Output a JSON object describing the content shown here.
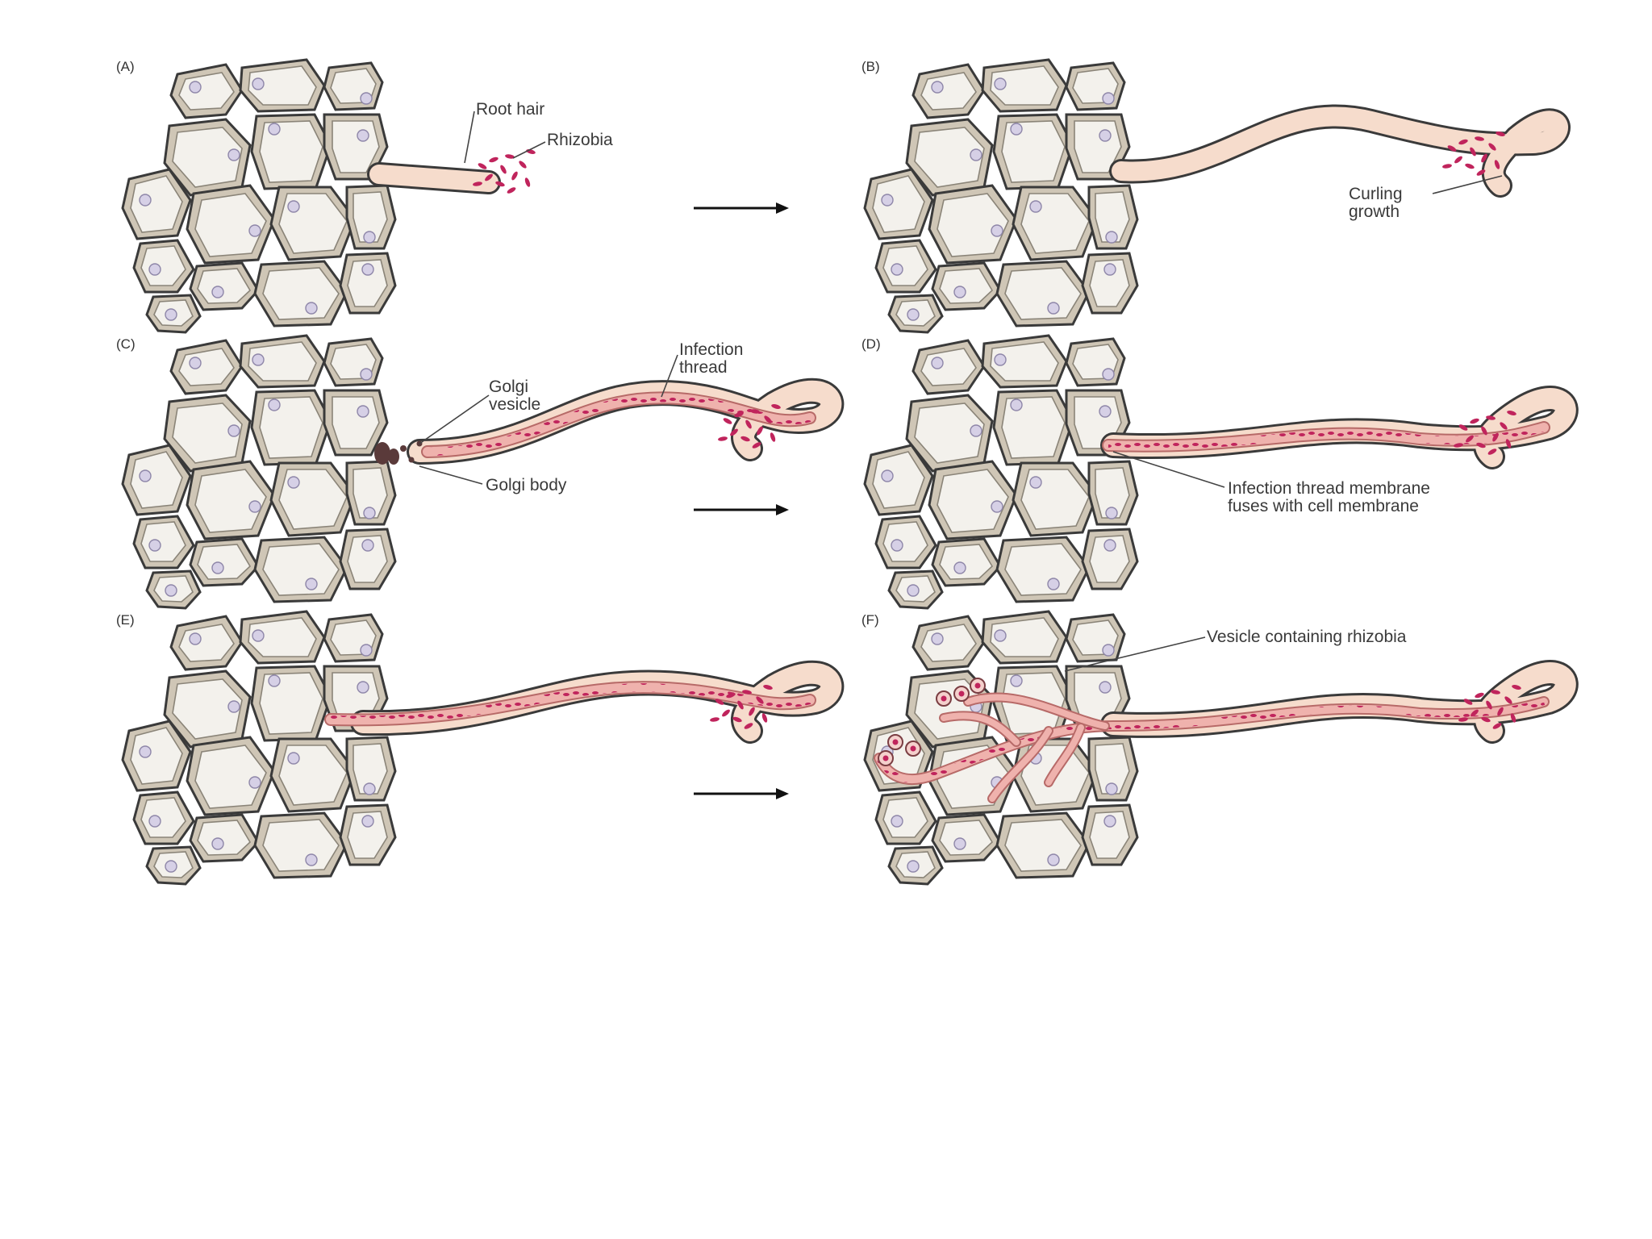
{
  "panels": [
    {
      "letter": "(A)",
      "callouts": [
        "Root hair",
        "Rhizobia"
      ]
    },
    {
      "letter": "(B)",
      "callouts": [
        "Curling growth"
      ]
    },
    {
      "letter": "(C)",
      "callouts": [
        "Infection thread",
        "Golgi vesicle",
        "Golgi body"
      ]
    },
    {
      "letter": "(D)",
      "callouts": [
        "Infection thread membrane fuses with cell membrane"
      ]
    },
    {
      "letter": "(E)",
      "callouts": []
    },
    {
      "letter": "(F)",
      "callouts": [
        "Vesicle containing rhizobia"
      ]
    }
  ],
  "labels": {
    "root_hair": "Root hair",
    "rhizobia": "Rhizobia",
    "curling_1": "Curling",
    "curling_2": "growth",
    "infection_thread_1": "Infection",
    "infection_thread_2": "thread",
    "golgi_vesicle_1": "Golgi",
    "golgi_vesicle_2": "vesicle",
    "golgi_body": "Golgi body",
    "fuses_1": "Infection thread membrane",
    "fuses_2": "fuses with cell membrane",
    "vesicle_rhizobia": "Vesicle containing rhizobia"
  },
  "colors": {
    "cell_wall": "#cfc6b6",
    "cell_interior": "#f3f1ec",
    "nucleus": "#d6d0e6",
    "root_hair": "#f6dccc",
    "infection_thread": "#efb2ad",
    "rhizobia": "#c0245c"
  }
}
